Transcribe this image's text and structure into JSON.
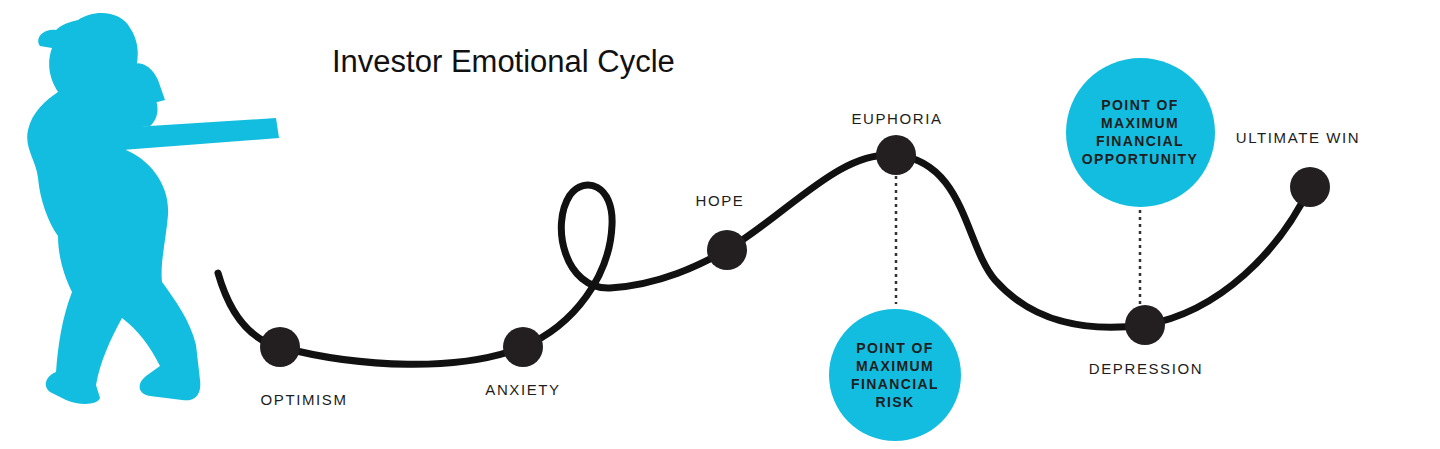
{
  "diagram": {
    "title": "Investor Emotional Cycle",
    "nodes": [
      {
        "text": [
          "POINT OF MAXIMUM FINANCIAL RISK"
        ]
      },
      {
        "text": [
          "POINT OF MAXIMUM FINANCIAL OPPORTUNITY"
        ]
      }
    ],
    "labels": [
      "OPTIMISM",
      "ANXIETY",
      "HOPE",
      "EUPHORIA",
      "DEPRESSION",
      "ULTIMATE WIN"
    ]
  }
}
